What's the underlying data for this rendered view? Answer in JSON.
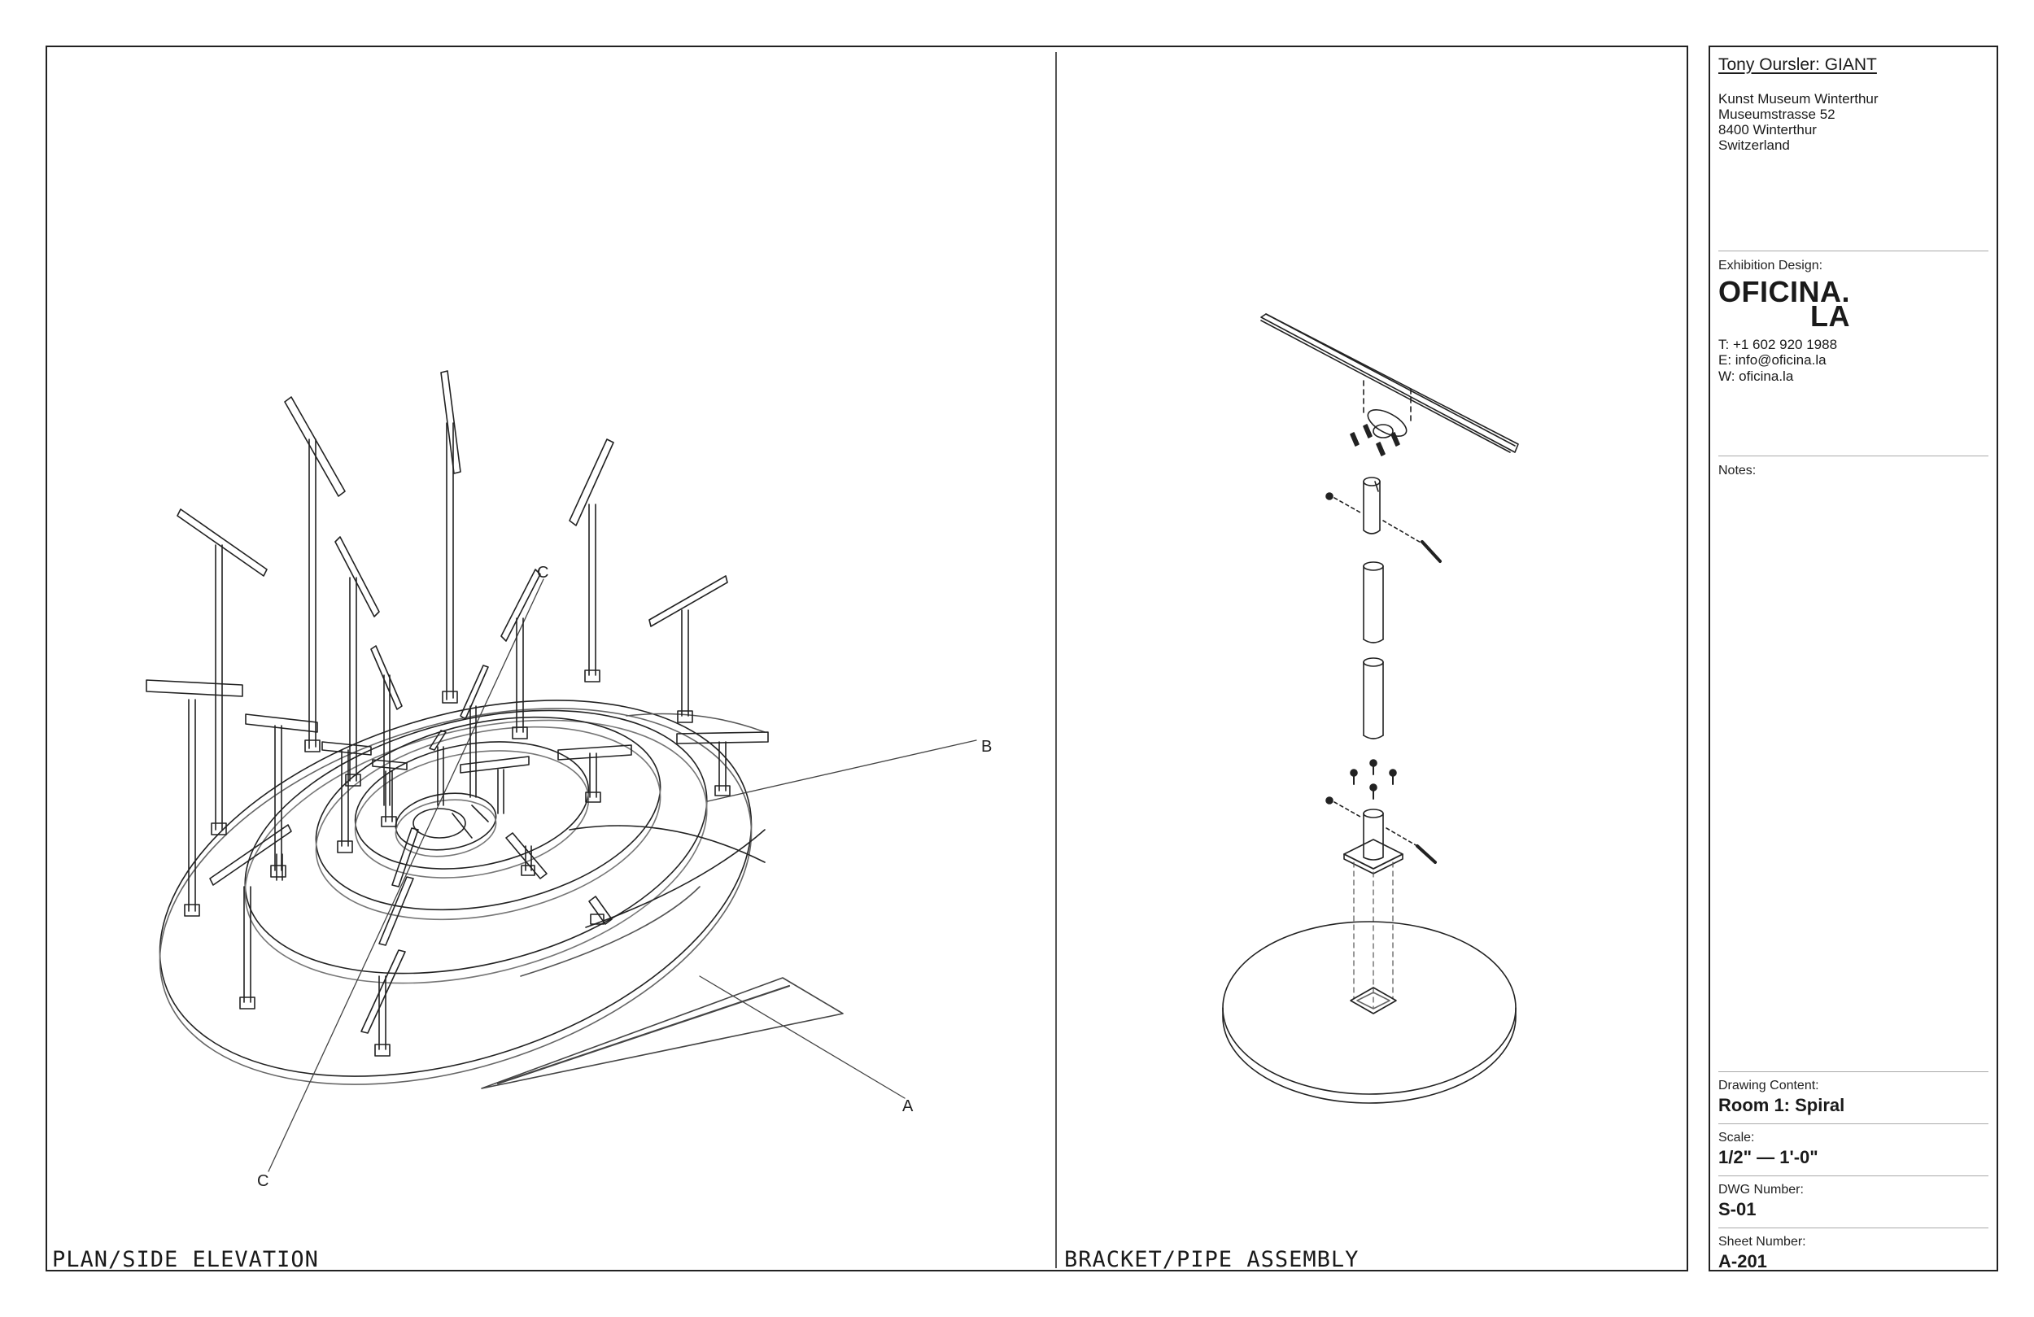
{
  "views": {
    "plan_label": "PLAN/SIDE ELEVATION",
    "bracket_label": "BRACKET/PIPE ASSEMBLY"
  },
  "section_markers": {
    "a": "A",
    "b": "B",
    "c_top": "C",
    "c_bottom": "C"
  },
  "title_block": {
    "project_title": "Tony Oursler: GIANT",
    "address": [
      "Kunst Museum Winterthur",
      "Museumstrasse 52",
      "8400 Winterthur",
      "Switzerland"
    ],
    "exhibition_design_label": "Exhibition Design:",
    "logo_line1": "OFICINA.",
    "logo_line2": "LA",
    "contact": [
      "T: +1 602 920 1988",
      "E: info@oficina.la",
      "W: oficina.la"
    ],
    "notes_label": "Notes:",
    "drawing_content_label": "Drawing Content:",
    "drawing_content": "Room 1: Spiral",
    "scale_label": "Scale:",
    "scale": "1/2\" — 1'-0\"",
    "dwg_number_label": "DWG Number:",
    "dwg_number": "S-01",
    "sheet_number_label": "Sheet Number:",
    "sheet_number": "A-201"
  },
  "colors": {
    "line": "#222222",
    "frame": "#222222",
    "hatch": "#444444"
  }
}
